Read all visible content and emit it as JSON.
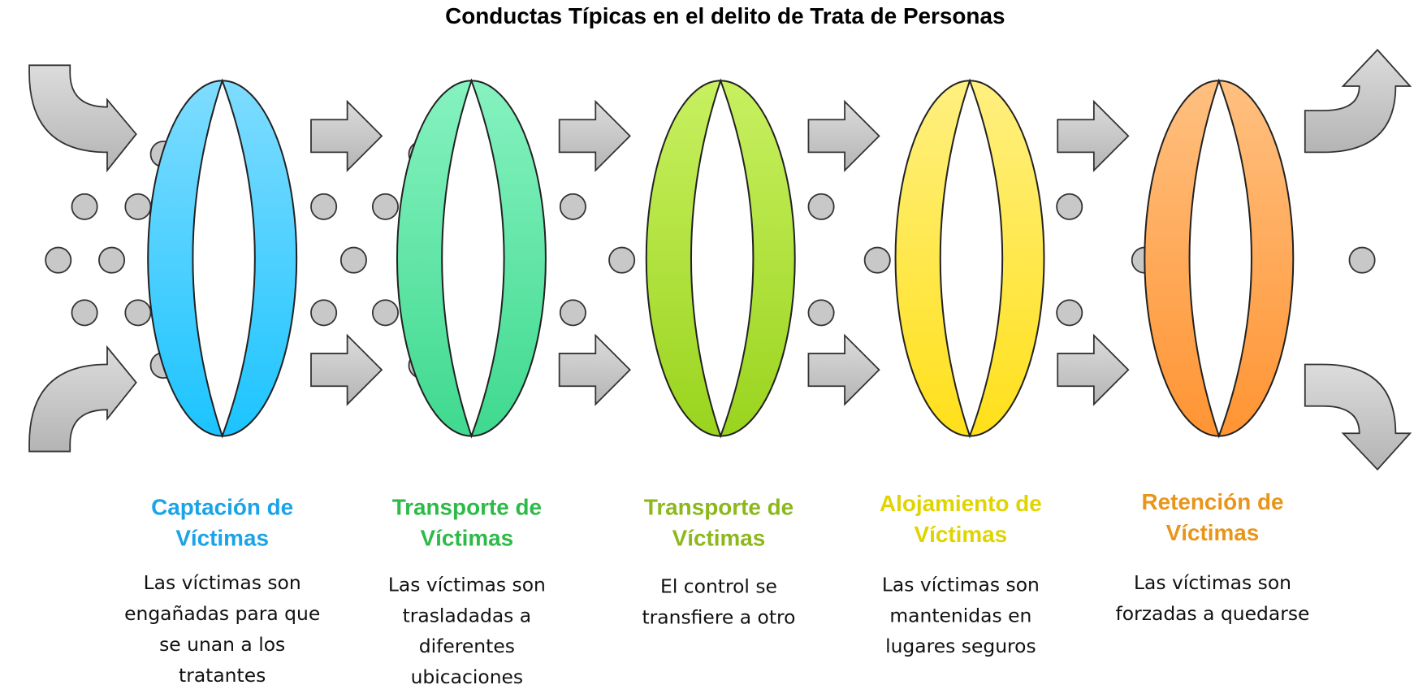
{
  "title": "Conductas Típicas en el delito de Trata de Personas",
  "stages": [
    {
      "title_lines": [
        "Captación de",
        "Víctimas"
      ],
      "desc_lines": [
        "Las víctimas son",
        "engañadas para que",
        "se unan a los",
        "tratantes"
      ],
      "title_color": "#1aa3e8",
      "ring_light": "#7fdcff",
      "ring_dark": "#1cc4ff"
    },
    {
      "title_lines": [
        "Transporte de",
        "Víctimas"
      ],
      "desc_lines": [
        "Las víctimas son",
        "trasladadas a",
        "diferentes",
        "ubicaciones"
      ],
      "title_color": "#2dbb48",
      "ring_light": "#86f2c0",
      "ring_dark": "#3fd98f"
    },
    {
      "title_lines": [
        "Transporte de",
        "Víctimas"
      ],
      "desc_lines": [
        "El control se",
        "transfiere a otro"
      ],
      "title_color": "#8cb81c",
      "ring_light": "#c8f060",
      "ring_dark": "#9ad41e"
    },
    {
      "title_lines": [
        "Alojamiento de",
        "Víctimas"
      ],
      "desc_lines": [
        "Las víctimas son",
        "mantenidas en",
        "lugares seguros"
      ],
      "title_color": "#dfd400",
      "ring_light": "#fff080",
      "ring_dark": "#ffe01a"
    },
    {
      "title_lines": [
        "Retención de",
        "Víctimas"
      ],
      "desc_lines": [
        "Las víctimas son",
        "forzadas a quedarse"
      ],
      "title_color": "#e8951a",
      "ring_light": "#ffc080",
      "ring_dark": "#ff9433"
    }
  ]
}
